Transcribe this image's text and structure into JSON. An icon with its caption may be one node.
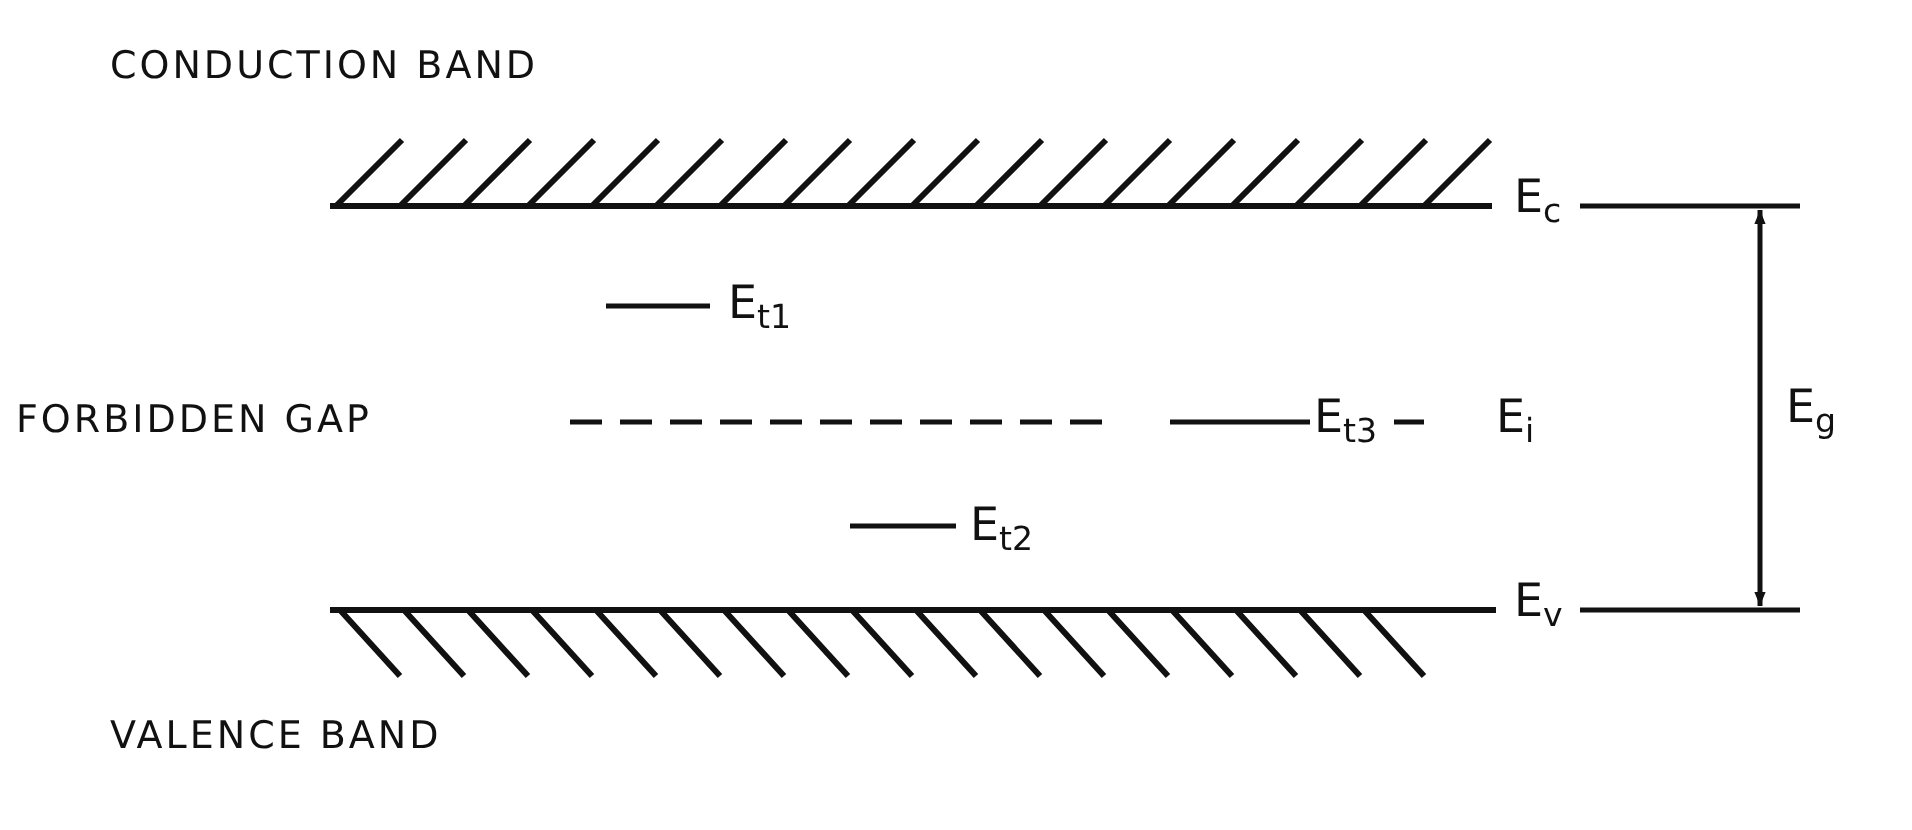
{
  "diagram": {
    "labels": [
      "CONDUCTION BAND",
      "E$_{c}$",
      "E$_{t1}$",
      "FORBIDDEN GAP",
      "E$_{t3}$",
      "E$_{i}$",
      "E$_{g}$",
      "E$_{t2}$",
      "E$_{v}$",
      "VALENCE BAND"
    ]
  }
}
